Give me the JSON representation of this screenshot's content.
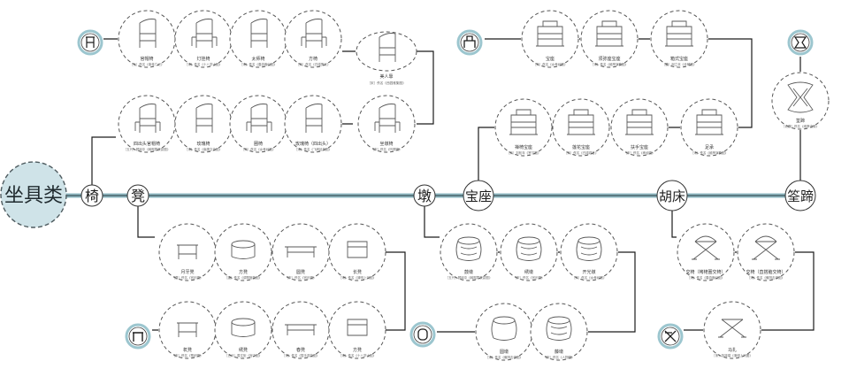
{
  "root": {
    "label": "坐具类"
  },
  "categories": [
    {
      "id": "yi",
      "label": "椅"
    },
    {
      "id": "deng",
      "label": "凳"
    },
    {
      "id": "dun",
      "label": "墩"
    },
    {
      "id": "baozuo",
      "label": "宝座"
    },
    {
      "id": "huchuang",
      "label": "胡床"
    },
    {
      "id": "quanti",
      "label": "筌蹄"
    }
  ],
  "items": {
    "yi": [
      {
        "id": "guanmaoyi",
        "name": "官帽椅",
        "note": "［元］佚名《事林广记》"
      },
      {
        "id": "dengguayi",
        "name": "灯挂椅",
        "note": "［宋］佚名《十八学士图》"
      },
      {
        "id": "jiaoyi",
        "name": "太师椅",
        "note": "［宋］佚名《春游晚归图》"
      },
      {
        "id": "fangyi",
        "name": "方椅",
        "note": "［宋］佚名《白描罗汉》"
      },
      {
        "id": "meirenkao",
        "name": "美人靠",
        "note": "［宋］佚名《西园雅集图》"
      },
      {
        "id": "sichutouguanmaoyi",
        "name": "四出头官帽椅",
        "note": "［五代］顾闳中《韩熙载夜宴图》"
      },
      {
        "id": "qiangguiyi",
        "name": "玫瑰椅",
        "note": "［宋］佚名《南唐文会图》"
      },
      {
        "id": "quanyi",
        "name": "圈椅",
        "note": "［宋］佚名《女孝经图》"
      },
      {
        "id": "meiguiyi",
        "name": "玫瑰椅（四出头）",
        "note": "［宋］佚名《飞阁延风图》"
      },
      {
        "id": "zuotaiyi",
        "name": "坐墩椅",
        "note": "［宋］佚名《听琴图》"
      }
    ],
    "deng": [
      {
        "id": "yueyadeng",
        "name": "月牙凳",
        "note": "［唐］佚名《宫乐图》"
      },
      {
        "id": "fangdeng",
        "name": "方凳",
        "note": "［唐］佚名《调琴啜茗图》"
      },
      {
        "id": "yuandeng",
        "name": "圆凳",
        "note": "［宋］佚名《宫乐图》"
      },
      {
        "id": "changdeng",
        "name": "长凳",
        "note": "［宋］佚名《清明上河图》"
      },
      {
        "id": "tiaodeng",
        "name": "杌凳",
        "note": "［宋］佚名《蚕织图》"
      },
      {
        "id": "yuandeng2",
        "name": "绣凳",
        "note": "［五代］周文矩《宫中图》"
      },
      {
        "id": "chundeng",
        "name": "春凳",
        "note": "［宋］佚名《盥手观花图》"
      },
      {
        "id": "fangdeng2",
        "name": "方凳",
        "note": "［宋］佚名《十八学士图》"
      }
    ],
    "dun": [
      {
        "id": "yuandun",
        "name": "鼓墩",
        "note": "［五代］顾闳中《韩熙载夜宴图》"
      },
      {
        "id": "gudun",
        "name": "绣墩",
        "note": "［宋］佚名《宫乐图》"
      },
      {
        "id": "kaiguangdun",
        "name": "开光墩",
        "note": "［宋］佚名《女孝经图》"
      },
      {
        "id": "yuandun2",
        "name": "圆墩",
        "note": "［宋］佚名《蕉阴击球图》"
      },
      {
        "id": "xiudun",
        "name": "藤墩",
        "note": "［宋］佚名《人物图》"
      }
    ],
    "baozuo": [
      {
        "id": "baozuo1",
        "name": "宝座",
        "note": "［宋］佚名《女孝经图》"
      },
      {
        "id": "baozuo2",
        "name": "须弥座宝座",
        "note": "［宋］佚名《维摩演教图》"
      },
      {
        "id": "baozuo3",
        "name": "箱式宝座",
        "note": "［唐］阎立本《步辇图》"
      },
      {
        "id": "baozuo4",
        "name": "禅椅宝座",
        "note": "［宋］刘松年《罗汉图》"
      },
      {
        "id": "baozuo5",
        "name": "莲花宝座",
        "note": "［宋］佚名《白描观音》"
      },
      {
        "id": "baozuo6",
        "name": "扶手宝座",
        "note": "［宋］佚名《孝经图》"
      },
      {
        "id": "baozuo7",
        "name": "足承",
        "note": "［宋］佚名《维摩演教图》"
      }
    ],
    "huchuang": [
      {
        "id": "jiaoyi2",
        "name": "交椅（栲栳圈交椅）",
        "note": "［宋］佚名《春游晚归图》"
      },
      {
        "id": "jiaoyi3",
        "name": "交椅（直搭脑交椅）",
        "note": "［宋］佚名《蕉阴击球图》"
      },
      {
        "id": "mazha",
        "name": "马扎",
        "note": "［宋］张择端《清明上河图》"
      }
    ],
    "quanti": [
      {
        "id": "quanti1",
        "name": "筌蹄",
        "note": "［北魏］佚名《维摩诘像》"
      }
    ]
  },
  "legend_icons": {
    "yi": "chair-icon",
    "deng": "stool-icon",
    "dun": "drum-stool-icon",
    "baozuo": "throne-icon",
    "huchuang": "folding-stool-icon",
    "quanti": "waisted-stool-icon"
  },
  "colors": {
    "root_fill": "#cfe3e8",
    "root_text": "#1f2a2e",
    "line": "#1c1c1c",
    "spine": "#8fb8c2",
    "dash": "#555555",
    "legend_ring": "#9cc6cf"
  }
}
